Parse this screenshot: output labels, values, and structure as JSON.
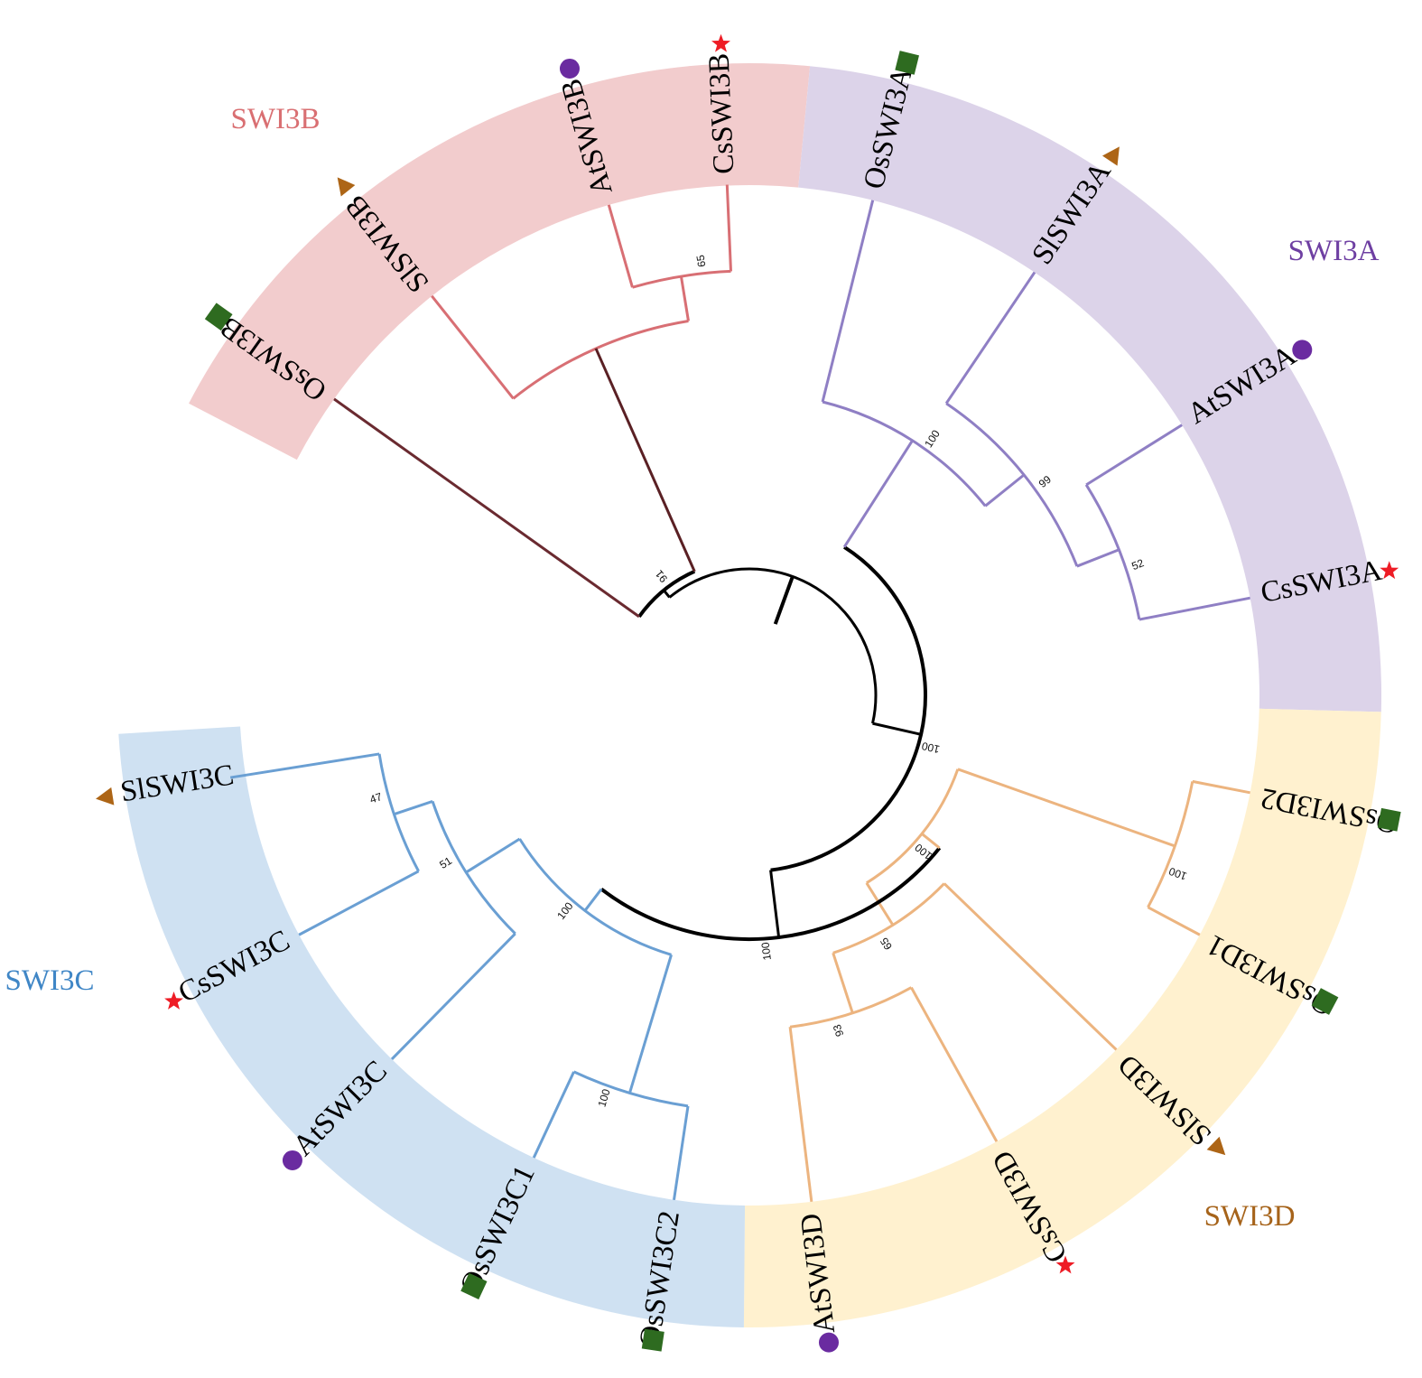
{
  "colors": {
    "SWI3A": {
      "band": "#dcd3e9",
      "branch": "#8f7fc4",
      "label": "#6e3fa2"
    },
    "SWI3B": {
      "band": "#f2cccd",
      "branch": "#d86f74",
      "label": "#d96f72"
    },
    "SWI3C": {
      "band": "#cfe1f2",
      "branch": "#6a9fd3",
      "label": "#3f86c6"
    },
    "SWI3D": {
      "band": "#fff1cf",
      "branch": "#ecb47f",
      "label": "#a6631a"
    },
    "backbone": "#000000",
    "symbols": {
      "star": "#ee1c25",
      "square": "#2e6b20",
      "triangle": "#ad6516",
      "circle": "#6a2ba0"
    }
  },
  "clades": [
    {
      "id": "SWI3A",
      "label": "SWI3A"
    },
    {
      "id": "SWI3B",
      "label": "SWI3B"
    },
    {
      "id": "SWI3C",
      "label": "SWI3C"
    },
    {
      "id": "SWI3D",
      "label": "SWI3D"
    }
  ],
  "species_symbols": {
    "Cs": "star-icon",
    "Os": "square-icon",
    "Sl": "triangle-icon",
    "At": "circle-icon"
  },
  "leaves": [
    {
      "label": "CsSWI3B",
      "clade": "SWI3B",
      "species": "Cs"
    },
    {
      "label": "AtSWI3B",
      "clade": "SWI3B",
      "species": "At"
    },
    {
      "label": "SlSWI3B",
      "clade": "SWI3B",
      "species": "Sl"
    },
    {
      "label": "OsSWI3B",
      "clade": "SWI3B",
      "species": "Os"
    },
    {
      "label": "SlSWI3C",
      "clade": "SWI3C",
      "species": "Sl"
    },
    {
      "label": "CsSWI3C",
      "clade": "SWI3C",
      "species": "Cs"
    },
    {
      "label": "AtSWI3C",
      "clade": "SWI3C",
      "species": "At"
    },
    {
      "label": "OsSWI3C1",
      "clade": "SWI3C",
      "species": "Os"
    },
    {
      "label": "OsSWI3C2",
      "clade": "SWI3C",
      "species": "Os"
    },
    {
      "label": "AtSWI3D",
      "clade": "SWI3D",
      "species": "At"
    },
    {
      "label": "CsSWI3D",
      "clade": "SWI3D",
      "species": "Cs"
    },
    {
      "label": "SlSWI3D",
      "clade": "SWI3D",
      "species": "Sl"
    },
    {
      "label": "OsSWI3D1",
      "clade": "SWI3D",
      "species": "Os"
    },
    {
      "label": "OsSWI3D2",
      "clade": "SWI3D",
      "species": "Os"
    },
    {
      "label": "CsSWI3A",
      "clade": "SWI3A",
      "species": "Cs"
    },
    {
      "label": "AtSWI3A",
      "clade": "SWI3A",
      "species": "At"
    },
    {
      "label": "SlSWI3A",
      "clade": "SWI3A",
      "species": "Sl"
    },
    {
      "label": "OsSWI3A",
      "clade": "SWI3A",
      "species": "Os"
    }
  ],
  "bootstrap_values": [
    "100",
    "99",
    "52",
    "100",
    "100",
    "100",
    "100",
    "93",
    "65",
    "100",
    "100",
    "51",
    "47",
    "100",
    "91",
    "65"
  ]
}
